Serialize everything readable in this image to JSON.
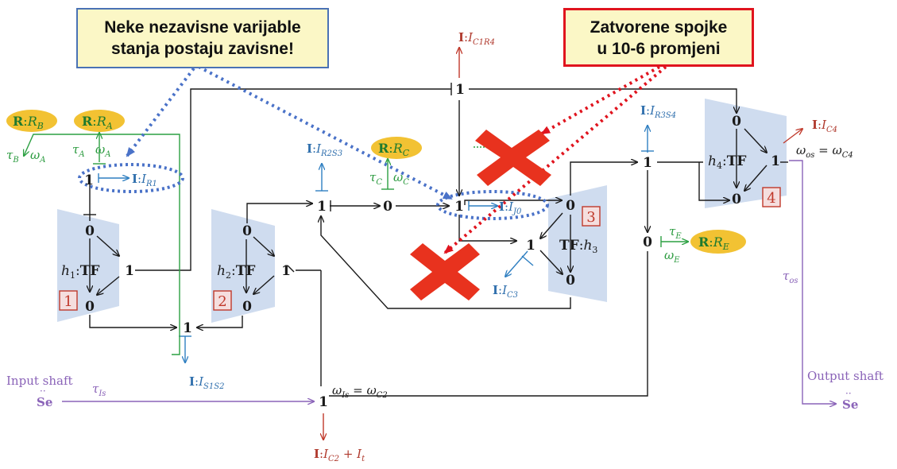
{
  "callouts": {
    "left": {
      "line1": "Neke nezavisne varijable",
      "line2": "stanja postaju zavisne!"
    },
    "right": {
      "line1": "Zatvorene spojke",
      "line2": "u 10-6 promjeni"
    }
  },
  "gear_labels": {
    "g1": "1",
    "g2": "2",
    "g3": "3",
    "g4": "4"
  },
  "junctions": {
    "zero": "0",
    "one": "1"
  },
  "tf": {
    "h1": {
      "mod": "h",
      "sub": "1",
      "name": "TF"
    },
    "h2": {
      "mod": "h",
      "sub": "2",
      "name": "TF"
    },
    "h3": {
      "name": "TF",
      "mod": "h",
      "sub": "3"
    },
    "h4": {
      "mod": "h",
      "sub": "4",
      "name": "TF"
    }
  },
  "elements": {
    "RB": {
      "type": "R",
      "sep": ":",
      "name": "R",
      "sub": "B"
    },
    "RA": {
      "type": "R",
      "sep": ":",
      "name": "R",
      "sub": "A"
    },
    "RC": {
      "type": "R",
      "sep": ":",
      "name": "R",
      "sub": "C"
    },
    "RE": {
      "type": "R",
      "sep": ":",
      "name": "R",
      "sub": "E"
    },
    "IR1": {
      "type": "I",
      "sep": ":",
      "name": "I",
      "sub": "R1"
    },
    "IC1R4": {
      "type": "I",
      "sep": ":",
      "name": "I",
      "sub": "C1R4"
    },
    "IR3S4": {
      "type": "I",
      "sep": ":",
      "name": "I",
      "sub": "R3S4"
    },
    "IC4": {
      "type": "I",
      "sep": ":",
      "name": "I",
      "sub": "C4"
    },
    "IR2S3": {
      "type": "I",
      "sep": ":",
      "name": "I",
      "sub": "R2S3"
    },
    "IJ0": {
      "type": "I",
      "sep": ":",
      "name": "I",
      "sub": "J0"
    },
    "IC3": {
      "type": "I",
      "sep": ":",
      "name": "I",
      "sub": "C3"
    },
    "IS1S2": {
      "type": "I",
      "sep": ":",
      "name": "I",
      "sub": "S1S2"
    },
    "IC2It": {
      "type": "I",
      "sep": ":",
      "name": "I",
      "sub": "C2",
      "plus": " + ",
      "name2": "I",
      "sub2": "t"
    }
  },
  "signals": {
    "tauA": {
      "sym": "τ",
      "sub": "A"
    },
    "omegaA": {
      "sym": "ω",
      "sub": "A"
    },
    "tauB": {
      "sym": "τ",
      "sub": "B"
    },
    "omegaA_left": {
      "sym": "ω",
      "sub": "A"
    },
    "tauC": {
      "sym": "τ",
      "sub": "C"
    },
    "omegaC": {
      "sym": "ω",
      "sub": "C"
    },
    "tauE": {
      "sym": "τ",
      "sub": "E"
    },
    "omegaE": {
      "sym": "ω",
      "sub": "E"
    },
    "tauIs": {
      "sym": "τ",
      "sub": "Is"
    },
    "tauOs": {
      "sym": "τ",
      "sub": "os"
    },
    "omegaIs": {
      "sym": "ω",
      "sub": "Is",
      "eq": " = ",
      "sym2": "ω",
      "sub2": "C2"
    },
    "omegaOs": {
      "sym": "ω",
      "sub": "os",
      "eq": " = ",
      "sym2": "ω",
      "sub2": "C4"
    }
  },
  "shafts": {
    "input": {
      "label": "Input shaft",
      "source": "Se"
    },
    "output": {
      "label": "Output shaft",
      "source": "Se"
    }
  },
  "colors": {
    "bond": "#1a1a1a",
    "inertia": "#2f7fc1",
    "resistor": "#2ca042",
    "resistor_fill": "#f2c233",
    "source": "#8a63b8",
    "output_inertia": "#c0392b",
    "gear_fill": "#cfdcef",
    "gear_label": "#c0392b",
    "cross": "#e8321e",
    "callout_left_border": "#4a72b5",
    "callout_right_border": "#e0141e",
    "dotted_left": "#4a72c8",
    "dotted_right": "#e0141e"
  }
}
